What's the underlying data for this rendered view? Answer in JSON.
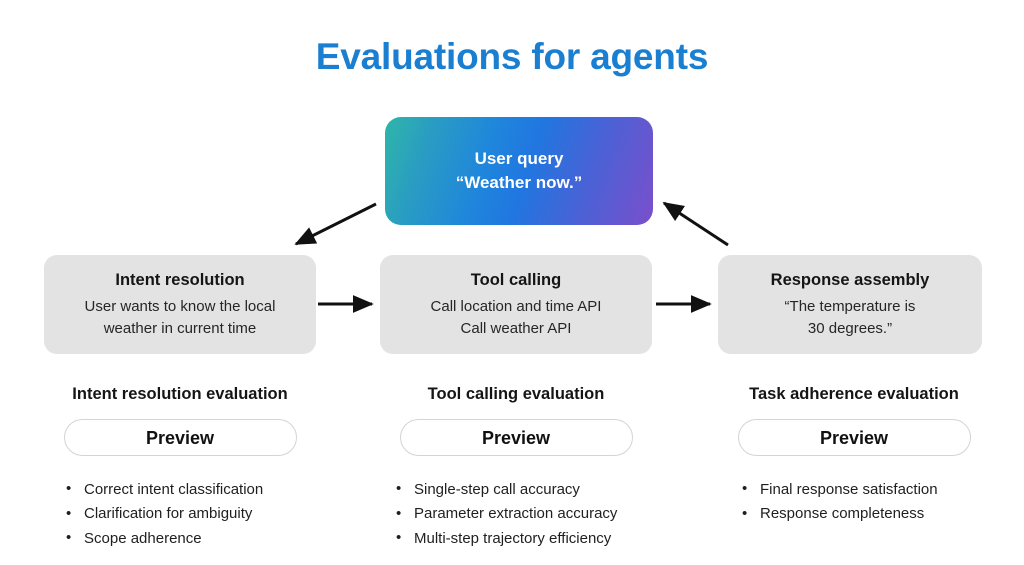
{
  "slide": {
    "title": "Evaluations for agents",
    "title_color": "#1B7FD1",
    "background": "#FFFFFF"
  },
  "query_box": {
    "name": "user-query",
    "line1": "User query",
    "line2": "“Weather now.”",
    "gradient_from": "#2FB6A8",
    "gradient_mid": "#1F86DC",
    "gradient_to": "#7A4FCB",
    "text_color": "#FFFFFF"
  },
  "flow": {
    "box_background": "#E3E3E3",
    "stages": [
      {
        "id": "intent-resolution",
        "title": "Intent resolution",
        "lines": [
          "User wants to know the local",
          "weather in current time"
        ]
      },
      {
        "id": "tool-calling",
        "title": "Tool calling",
        "lines": [
          "Call location and time API",
          "Call weather API"
        ]
      },
      {
        "id": "response-assembly",
        "title": "Response assembly",
        "lines": [
          "“The temperature is",
          "30 degrees.”"
        ]
      }
    ],
    "arrows": [
      {
        "id": "query-to-intent",
        "type": "diagonal-down-left",
        "direction": "left"
      },
      {
        "id": "intent-to-tool",
        "type": "horizontal",
        "direction": "right"
      },
      {
        "id": "tool-to-response",
        "type": "horizontal",
        "direction": "right"
      },
      {
        "id": "response-to-query",
        "type": "diagonal-up-left",
        "direction": "up-left"
      }
    ]
  },
  "evaluations": [
    {
      "id": "intent-resolution-evaluation",
      "title": "Intent resolution evaluation",
      "badge": "Preview",
      "bullets": [
        "Correct intent classification",
        "Clarification for ambiguity",
        "Scope adherence"
      ]
    },
    {
      "id": "tool-calling-evaluation",
      "title": "Tool calling evaluation",
      "badge": "Preview",
      "bullets": [
        "Single-step call accuracy",
        "Parameter extraction accuracy",
        "Multi-step trajectory efficiency"
      ]
    },
    {
      "id": "task-adherence-evaluation",
      "title": "Task adherence evaluation",
      "badge": "Preview",
      "bullets": [
        "Final response satisfaction",
        "Response completeness"
      ]
    }
  ]
}
